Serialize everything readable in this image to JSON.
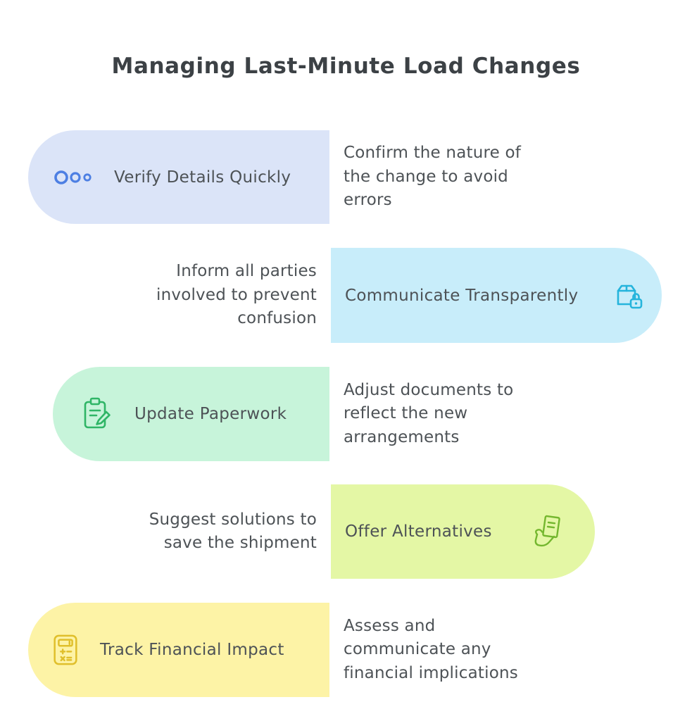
{
  "title": "Managing Last-Minute Load Changes",
  "colors": {
    "background": "#ffffff",
    "title_text": "#3c4145",
    "body_text": "#4d5256"
  },
  "rows": [
    {
      "label": "Verify Details Quickly",
      "description": "Confirm the nature of\nthe change to avoid\nerrors",
      "icon": "circles-icon",
      "pill_side": "left",
      "pill_color": "#dbe4f8",
      "icon_color": "#4d7fe3"
    },
    {
      "label": "Communicate Transparently",
      "description": "Inform all parties\ninvolved to prevent\nconfusion",
      "icon": "package-lock-icon",
      "pill_side": "right",
      "pill_color": "#c8edfa",
      "icon_color": "#25b4dc"
    },
    {
      "label": "Update Paperwork",
      "description": "Adjust documents to\nreflect the new\narrangements",
      "icon": "clipboard-pencil-icon",
      "pill_side": "left",
      "pill_color": "#c7f4da",
      "icon_color": "#2fb566"
    },
    {
      "label": "Offer Alternatives",
      "description": "Suggest solutions to\nsave the shipment",
      "icon": "hand-document-icon",
      "pill_side": "right",
      "pill_color": "#e4f7a5",
      "icon_color": "#74b72e"
    },
    {
      "label": "Track Financial Impact",
      "description": "Assess and\ncommunicate any\nfinancial implications",
      "icon": "calculator-icon",
      "pill_side": "left",
      "pill_color": "#fdf3a6",
      "icon_color": "#e0bf2b"
    }
  ]
}
